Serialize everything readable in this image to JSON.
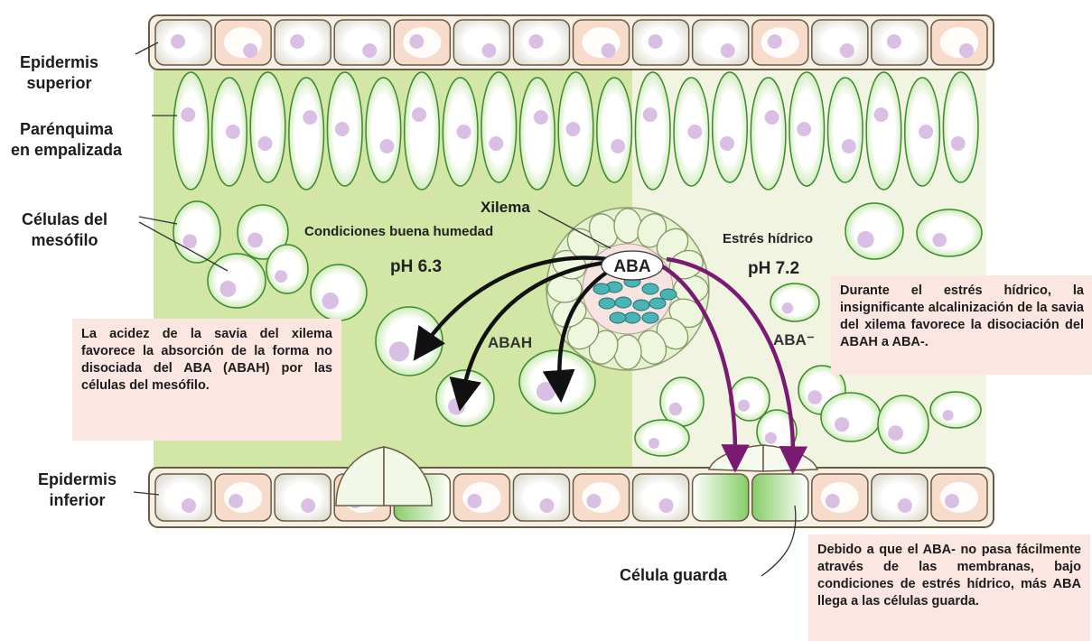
{
  "labels": {
    "epidermis_superior": "Epidermis\nsuperior",
    "parenquima": "Parénquima\nen empalizada",
    "celulas_mesofilo": "Células del\nmesófilo",
    "epidermis_inferior": "Epidermis\ninferior",
    "celula_guarda": "Célula guarda",
    "xilema": "Xilema"
  },
  "conditions": {
    "good": {
      "title": "Condiciones buena humedad",
      "ph": "pH 6.3",
      "form": "ABAH"
    },
    "stress": {
      "title": "Estrés hídrico",
      "ph": "pH 7.2",
      "form": "ABA⁻"
    }
  },
  "xylem_badge": "ABA",
  "notes": {
    "left": "La acidez de la savia del xilema favorece la absorción de la forma no disociada del ABA (ABAH) por las células del mesófilo.",
    "right": "Durante el estrés hídrico, la insignificante alcalinización de la savia del xilema favorece la disociación del ABAH a ABA-.",
    "bottom": "Debido a que el ABA- no pasa fácilmente através de las membranas, bajo condiciones de estrés hídrico, más ABA llega a las células guarda."
  },
  "colors": {
    "background_good": "#d2e6a6",
    "background_stress": "#f0f4e1",
    "cell_green": "#7ec860",
    "nucleus": "#d8bfe3",
    "arrow_good": "#111111",
    "arrow_stress": "#7a1a73",
    "note_fill": "#fbe6e2"
  }
}
